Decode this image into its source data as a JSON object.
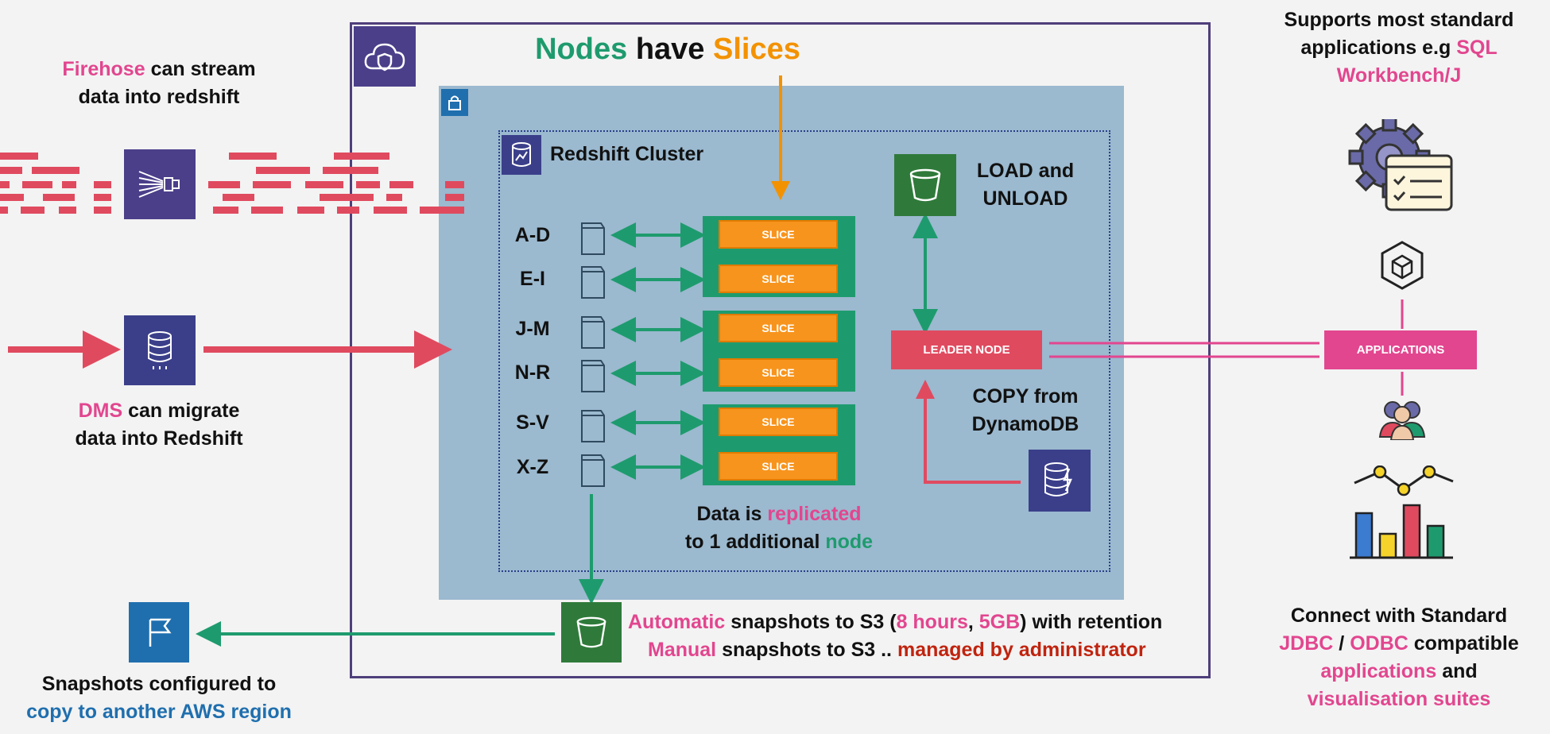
{
  "title": {
    "nodes": "Nodes",
    "have": "have",
    "slices": "Slices"
  },
  "firehose": {
    "highlight": "Firehose",
    "line1_rest": "can stream",
    "line2": "data into redshift"
  },
  "dms": {
    "highlight": "DMS",
    "line1_rest": "can migrate",
    "line2": "data into Redshift"
  },
  "cluster": {
    "label": "Redshift Cluster"
  },
  "ranges": [
    "A-D",
    "E-I",
    "J-M",
    "N-R",
    "S-V",
    "X-Z"
  ],
  "slice_label": "SLICE",
  "load_unload": {
    "line1": "LOAD and",
    "line2": "UNLOAD"
  },
  "leader_node": "LEADER NODE",
  "copy_dynamo": {
    "line1": "COPY from",
    "line2": "DynamoDB"
  },
  "replicated": {
    "p1": "Data is",
    "hl1": "replicated",
    "p2": "to 1 additional",
    "hl2": "node"
  },
  "snapshots": {
    "auto_hl": "Automatic",
    "auto_mid": "snapshots to S3 (",
    "hours": "8 hours",
    "comma": ",",
    "size": "5GB",
    "auto_end": ") with retention",
    "manual_hl": "Manual",
    "manual_mid": "snapshots to S3 ..",
    "managed": "managed by administrator"
  },
  "region": {
    "line1": "Snapshots configured to",
    "line2": "copy to another AWS region"
  },
  "supports": {
    "line1": "Supports most standard",
    "line2_a": "applications e.g",
    "sql": "SQL",
    "line3": "Workbench/J"
  },
  "applications": "APPLICATIONS",
  "connect": {
    "line1": "Connect with Standard",
    "jdbc": "JDBC",
    "slash": "/",
    "odbc": "ODBC",
    "compat": "compatible",
    "apps": "applications",
    "and": "and",
    "suites": "visualisation suites"
  },
  "colors": {
    "pink": "#e2468f",
    "green": "#1e9b6e",
    "orange": "#f39200",
    "red": "#e04a5f",
    "purple": "#4b4a8f",
    "cluster_bg": "#9bb9cf"
  }
}
